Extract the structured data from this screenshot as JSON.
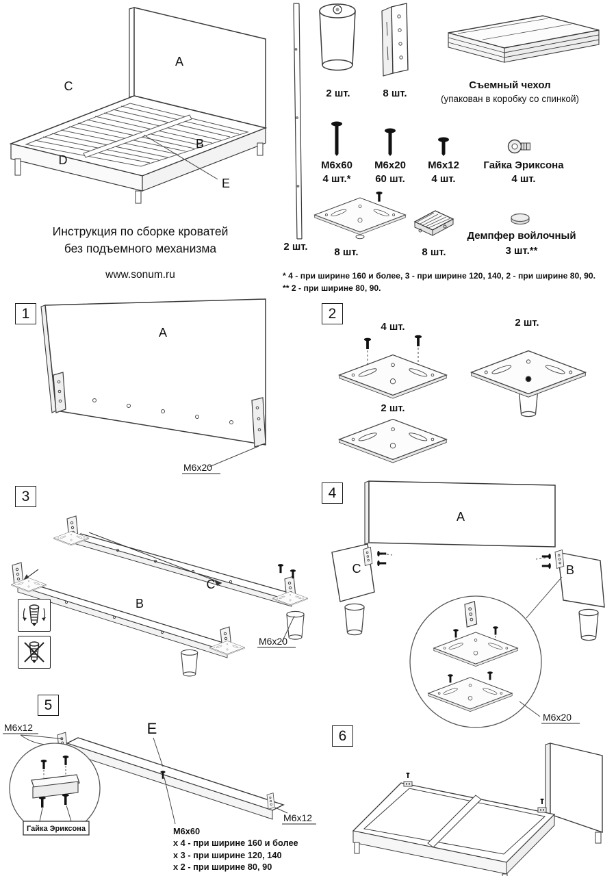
{
  "header": {
    "title_line1": "Инструкция по сборке кроватей",
    "title_line2": "без подъемного механизма",
    "website": "www.sonum.ru"
  },
  "bed": {
    "label_a": "A",
    "label_b": "B",
    "label_c": "C",
    "label_d": "D",
    "label_e": "E"
  },
  "parts": {
    "rail_qty": "2 шт.",
    "leg_qty": "2 шт.",
    "bracket_qty": "8 шт.",
    "cover_name": "Съемный чехол",
    "cover_note": "(упакован в коробку со спинкой)",
    "m6x60_name": "М6х60",
    "m6x60_qty": "4 шт.*",
    "m6x20_name": "М6х20",
    "m6x20_qty": "60 шт.",
    "m6x12_name": "М6х12",
    "m6x12_qty": "4 шт.",
    "nut_name": "Гайка Эриксона",
    "nut_qty": "4 шт.",
    "corner_bracket_qty": "8 шт.",
    "pad_qty": "8 шт.",
    "damper_name": "Демпфер войлочный",
    "damper_qty": "3 шт.**",
    "footnote_1": "* 4 - при ширине 160 и более, 3 - при ширине 120, 140, 2 - при ширине 80, 90.",
    "footnote_2": "** 2 - при ширине 80, 90."
  },
  "steps": {
    "s1": {
      "num": "1",
      "label_a": "A",
      "callout_m6x20": "М6х20"
    },
    "s2": {
      "num": "2",
      "bolts_qty": "4 шт.",
      "leg_plate_qty": "2 шт.",
      "plate_qty": "2 шт."
    },
    "s3": {
      "num": "3",
      "label_b": "B",
      "label_c": "C",
      "callout_m6x20": "М6х20"
    },
    "s4": {
      "num": "4",
      "label_a": "A",
      "label_b": "B",
      "label_c": "C",
      "callout_m6x20": "М6х20"
    },
    "s5": {
      "num": "5",
      "label_e": "E",
      "callout_m6x12_left": "М6х12",
      "callout_m6x12_right": "М6х12",
      "nut_label": "Гайка Эриксона",
      "note_title": "М6х60",
      "note_line1": "х 4 - при ширине 160 и более",
      "note_line2": "х 3 - при ширине 120, 140",
      "note_line3": "х 2 - при ширине 80, 90"
    },
    "s6": {
      "num": "6"
    }
  }
}
